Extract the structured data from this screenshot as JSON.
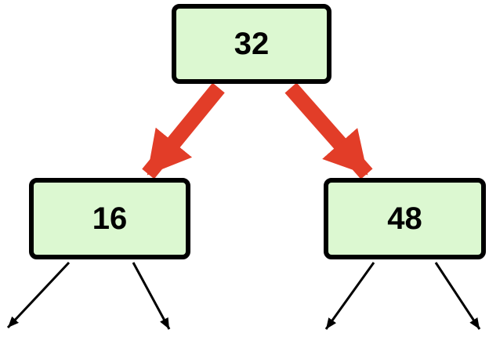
{
  "tree": {
    "root": {
      "value": "32"
    },
    "left": {
      "value": "16"
    },
    "right": {
      "value": "48"
    }
  },
  "colors": {
    "node_fill": "#dcf8d1",
    "node_border": "#000000",
    "highlight_edge": "#e23d28",
    "leaf_edge": "#000000"
  }
}
